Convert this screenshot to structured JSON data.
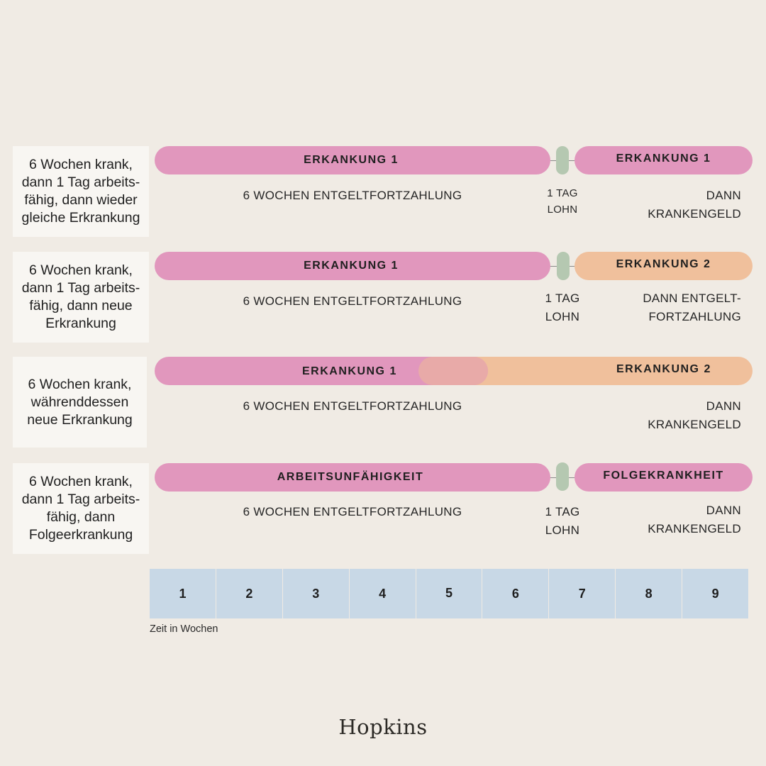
{
  "rows": [
    {
      "label": "6 Wochen krank,\ndann 1 Tag arbeits-\nfähig, dann wieder\ngleiche Erkrankung",
      "bar1": "ERKANKUNG 1",
      "bar2": "ERKANKUNG 1",
      "sub_left": "6 WOCHEN ENTGELTFORTZAHLUNG",
      "sub_mid": "1 TAG\nLOHN",
      "sub_right": "DANN\nKRANKENGELD"
    },
    {
      "label": "6 Wochen krank,\ndann 1 Tag arbeits-\nfähig, dann neue\nErkrankung",
      "bar1": "ERKANKUNG 1",
      "bar2": "ERKANKUNG 2",
      "sub_left": "6 WOCHEN ENTGELTFORTZAHLUNG",
      "sub_mid": "1 TAG\nLOHN",
      "sub_right": "DANN ENTGELT-\nFORTZAHLUNG"
    },
    {
      "label": "6 Wochen krank,\nwährenddessen\nneue Erkrankung",
      "bar1": "ERKANKUNG 1",
      "bar2": "ERKANKUNG 2",
      "sub_left": "6 WOCHEN ENTGELTFORTZAHLUNG",
      "sub_right": "DANN\nKRANKENGELD"
    },
    {
      "label": "6 Wochen krank,\ndann 1 Tag arbeits-\nfähig, dann\nFolgeerkrankung",
      "bar1": "ARBEITSUNFÄHIGKEIT",
      "bar2": "FOLGEKRANKHEIT",
      "sub_left": "6 WOCHEN ENTGELTFORTZAHLUNG",
      "sub_mid": "1 TAG\nLOHN",
      "sub_right": "DANN\nKRANKENGELD"
    }
  ],
  "weeks": [
    "1",
    "2",
    "3",
    "4",
    "5",
    "6",
    "7",
    "8",
    "9"
  ],
  "axis_caption": "Zeit in Wochen",
  "logo": "Hopkins",
  "colors": {
    "background": "#f0ebe4",
    "illness_pink": "#e197bd",
    "illness_peach": "#f0c09c",
    "work_day_green": "#b5c8b1",
    "week_blue": "#c8d8e6"
  }
}
